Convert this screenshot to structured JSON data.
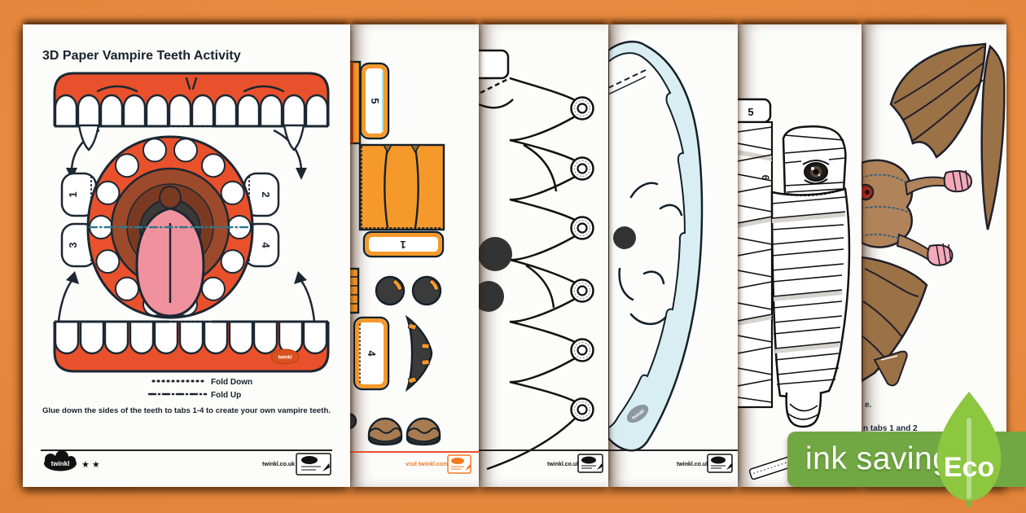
{
  "sheet1": {
    "title": "3D Paper Vampire Teeth Activity",
    "tab_1": "1",
    "tab_2": "2",
    "tab_3": "3",
    "tab_4": "4",
    "legend": {
      "fold_down": "Fold Down",
      "fold_up": "Fold Up"
    },
    "instruction": "Glue down the sides of the teeth to tabs 1-4 to create your own vampire teeth.",
    "watermark": "twinkl",
    "footer": {
      "brand": "twinkl",
      "stars": "★ ★",
      "url": "twinkl.co.uk"
    }
  },
  "sheet2": {
    "tab_5": "5",
    "tab_1": "1",
    "tab_4": "4",
    "footer": {
      "visit": "visit twinkl.com"
    }
  },
  "sheet3": {
    "footer": {
      "url": "twinkl.co.uk"
    }
  },
  "sheet4": {
    "watermark": "twinkl",
    "footer": {
      "url": "twinkl.co.uk"
    }
  },
  "sheet5": {
    "tab_5": "5",
    "tab_6": "6"
  },
  "sheet6": {
    "partial_text_1": "e.",
    "partial_text_2": "n tabs 1 and 2"
  },
  "badge": {
    "label": "ink saving",
    "eco": "Eco"
  },
  "colors": {
    "background_orange": "#E7873B",
    "paper_white": "#FCFCFA",
    "vampire_red": "#E8512B",
    "tongue_pink": "#F0929E",
    "pumpkin_orange": "#F6992B",
    "ghost_blue": "#D9EEF2",
    "bat_brown": "#9B7146",
    "badge_green": "#72A844",
    "leaf_green": "#8DC63F",
    "twinkl_orange": "#F47B20"
  }
}
